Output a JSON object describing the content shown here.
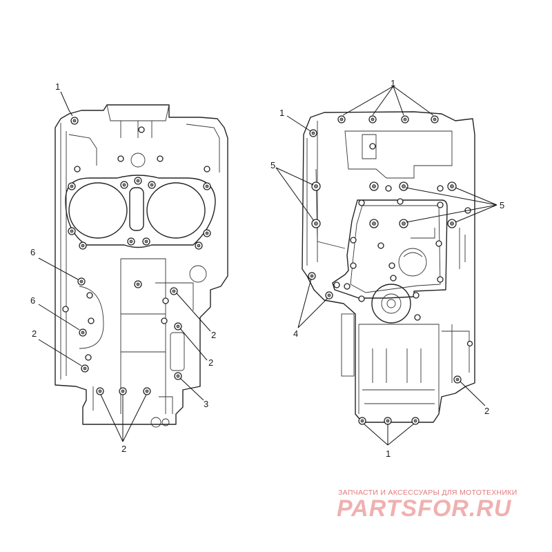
{
  "callouts": {
    "c1": "1",
    "c2": "1",
    "c3": "1",
    "c4": "1",
    "c5": "2",
    "c6": "2",
    "c7": "2",
    "c8": "2",
    "c9": "2",
    "c10": "2",
    "c11": "3",
    "c12": "4",
    "c13": "5",
    "c14": "5",
    "c15": "6",
    "c16": "6"
  },
  "watermark": {
    "tagline": "ЗАПЧАСТИ И АКСЕССУАРЫ ДЛЯ МОТОТЕХНИКИ",
    "logo": "PARTSFOR.RU"
  }
}
